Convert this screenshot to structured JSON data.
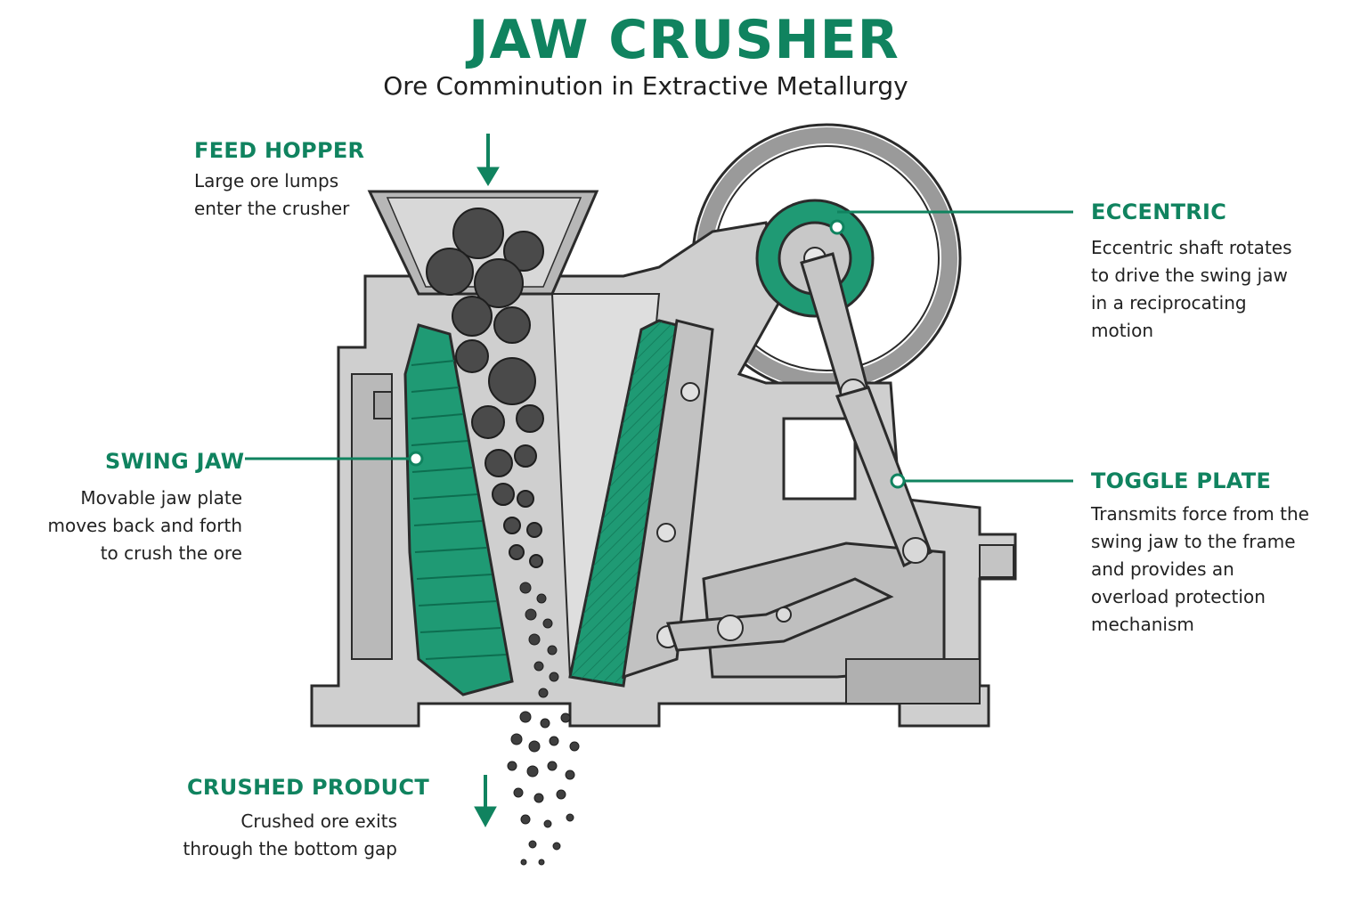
{
  "title": "JAW CRUSHER",
  "subtitle": "Ore Comminution in Extractive Metallurgy",
  "colors": {
    "accent": "#10835f",
    "jaw_green": "#1f9a74",
    "metal": "#c9c9c9",
    "metal_dark": "#8f8f8f",
    "outline": "#2b2b2b",
    "ore": "#4a4a4a"
  },
  "labels": {
    "feed_hopper": {
      "heading": "FEED HOPPER",
      "lines": [
        "Large ore lumps",
        "enter the crusher"
      ]
    },
    "swing_jaw": {
      "heading": "SWING JAW",
      "lines": [
        "Movable jaw plate",
        "moves back and forth",
        "to crush the ore"
      ]
    },
    "crushed_product": {
      "heading": "CRUSHED PRODUCT",
      "lines": [
        "Crushed ore exits",
        "through the bottom gap"
      ]
    },
    "eccentric": {
      "heading": "ECCENTRIC",
      "lines": [
        "Eccentric shaft rotates",
        "to drive the swing jaw",
        "in a reciprocating",
        "motion"
      ]
    },
    "toggle_plate": {
      "heading": "TOGGLE PLATE",
      "lines": [
        "Transmits force from the",
        "swing jaw to the frame",
        "and provides an",
        "overload protection",
        "mechanism"
      ]
    }
  },
  "icons": [
    "down-arrow-icon",
    "leader-line",
    "callout-dot"
  ]
}
